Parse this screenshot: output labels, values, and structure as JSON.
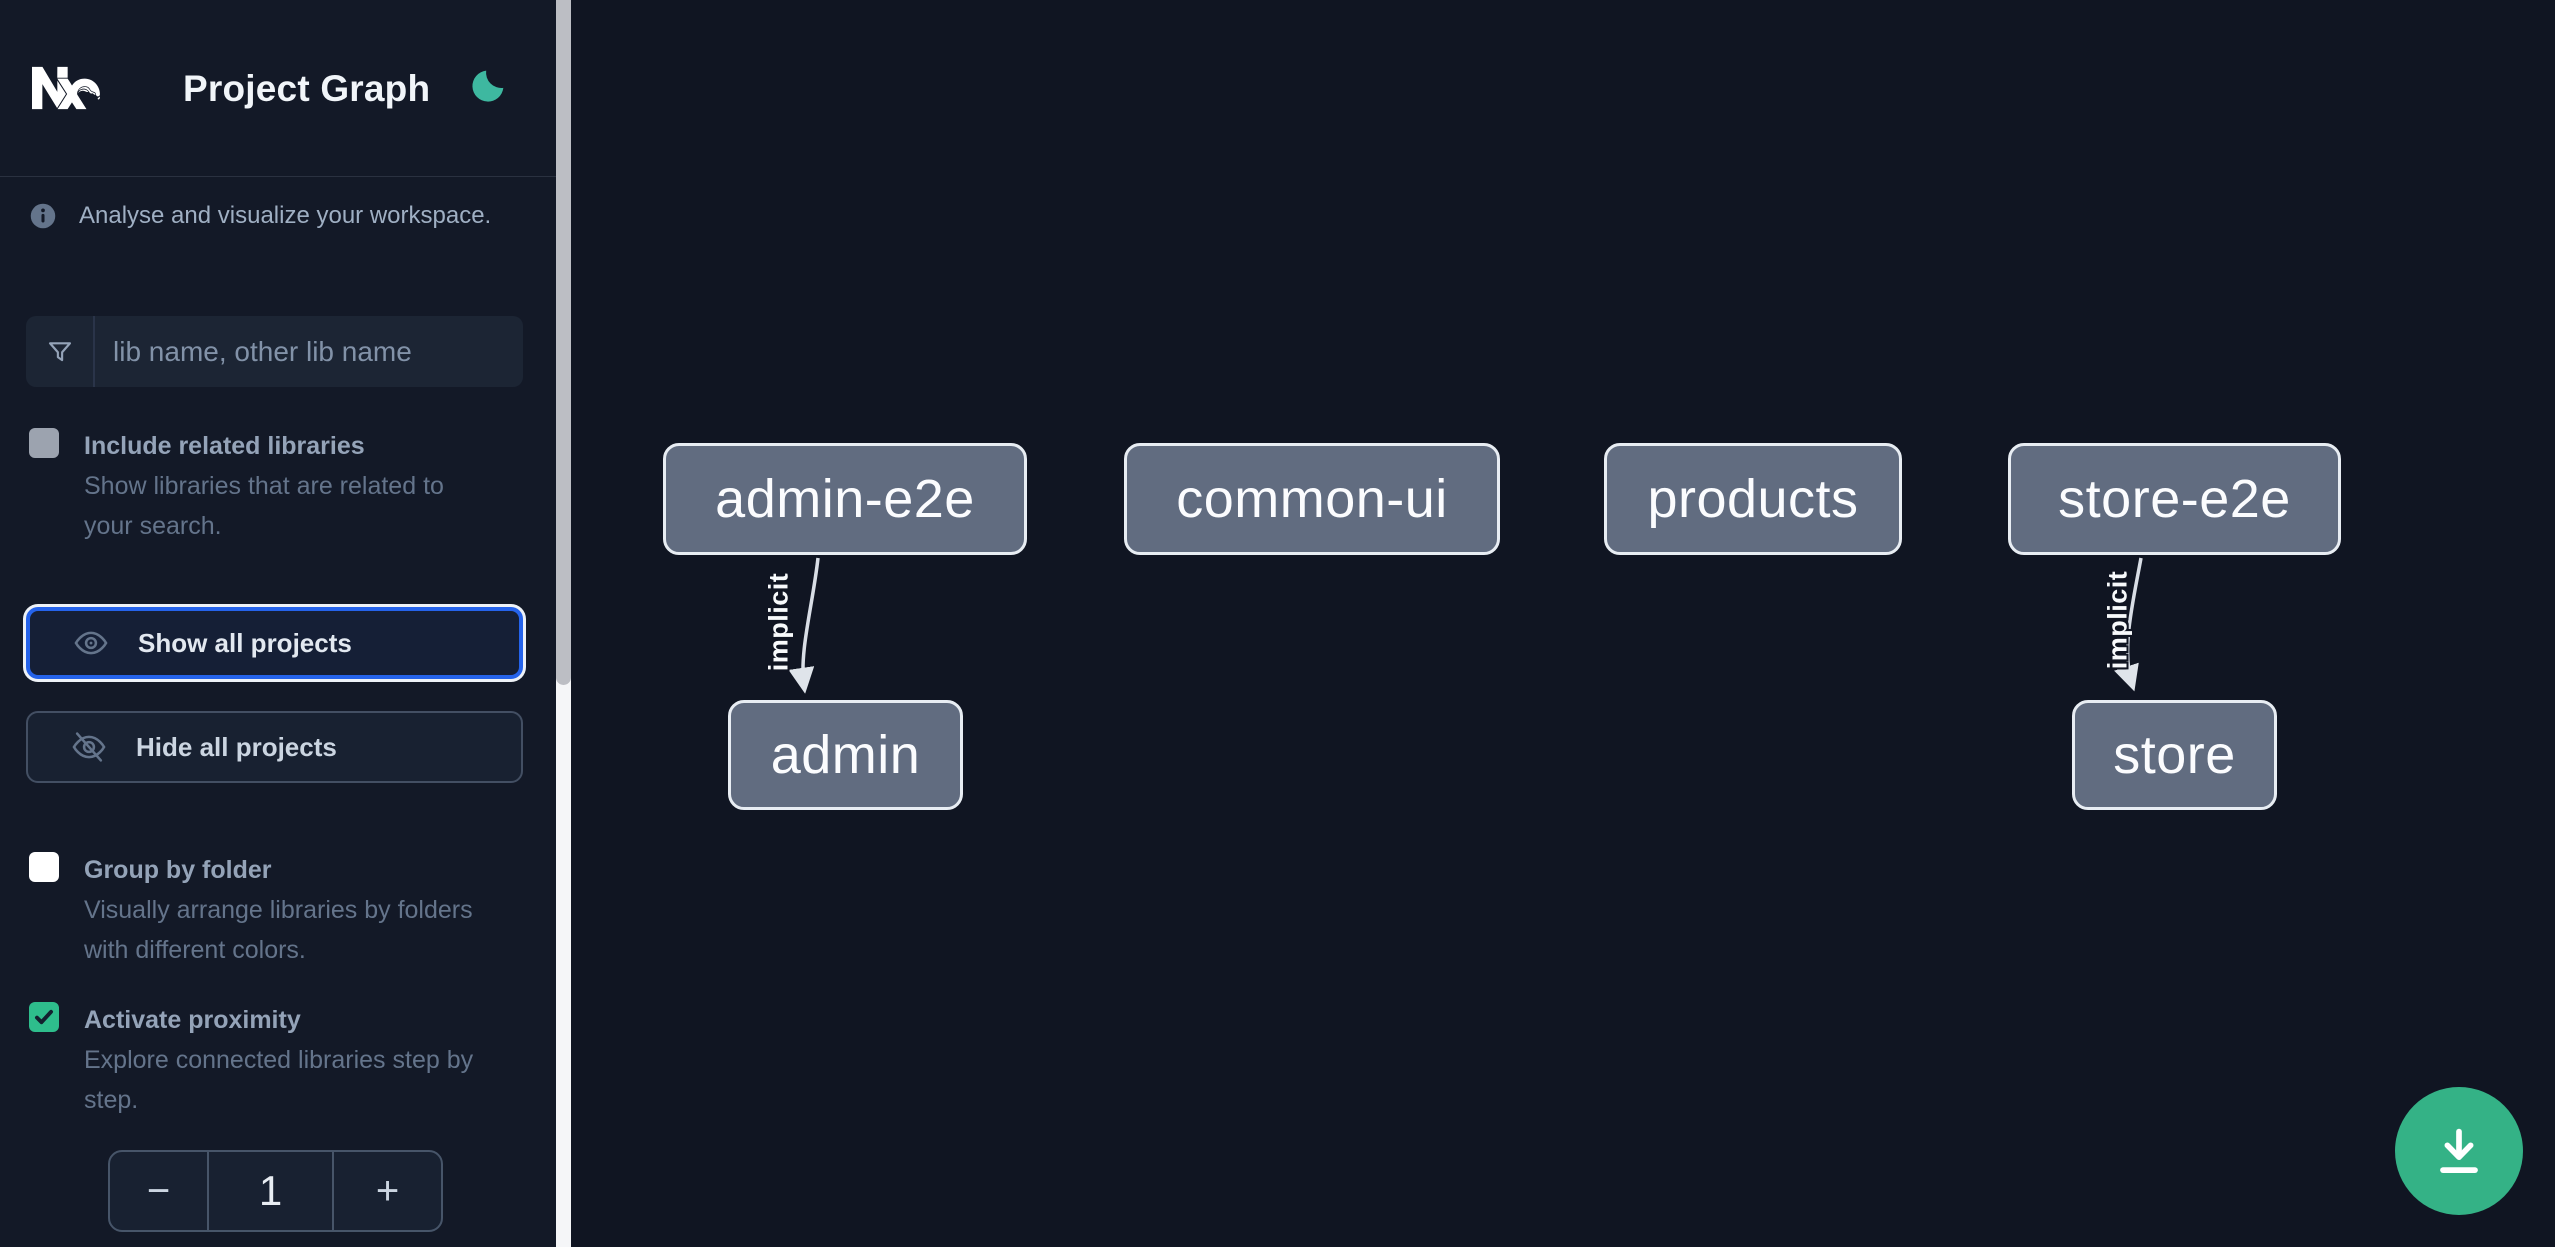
{
  "header": {
    "title": "Project Graph",
    "logo_icon": "nx-logo",
    "theme_icon": "moon-icon"
  },
  "sidebar": {
    "info_text": "Analyse and visualize your workspace.",
    "filter_placeholder": "lib name, other lib name",
    "include_related": {
      "label": "Include related libraries",
      "description": "Show libraries that are related to your search.",
      "checked": false
    },
    "show_all_label": "Show all projects",
    "hide_all_label": "Hide all projects",
    "group_by_folder": {
      "label": "Group by folder",
      "description": "Visually arrange libraries by folders with different colors.",
      "checked": false
    },
    "activate_proximity": {
      "label": "Activate proximity",
      "description": "Explore connected libraries step by step.",
      "checked": true
    },
    "proximity_stepper": {
      "decrement": "−",
      "value": "1",
      "increment": "+"
    }
  },
  "graph": {
    "nodes": [
      {
        "label": "admin-e2e"
      },
      {
        "label": "common-ui"
      },
      {
        "label": "products"
      },
      {
        "label": "store-e2e"
      },
      {
        "label": "admin"
      },
      {
        "label": "store"
      }
    ],
    "edges": [
      {
        "from": "admin-e2e",
        "to": "admin",
        "label": "implicit"
      },
      {
        "from": "store-e2e",
        "to": "store",
        "label": "implicit"
      }
    ]
  },
  "colors": {
    "accent_blue": "#2563eb",
    "moon_teal": "#3eb8a0",
    "fab_green": "#34b286",
    "checkbox_green": "#2ebd8c",
    "node_fill": "#616c80",
    "node_border": "#e8edf3",
    "sidebar_bg": "#131927",
    "canvas_bg": "#101522"
  }
}
